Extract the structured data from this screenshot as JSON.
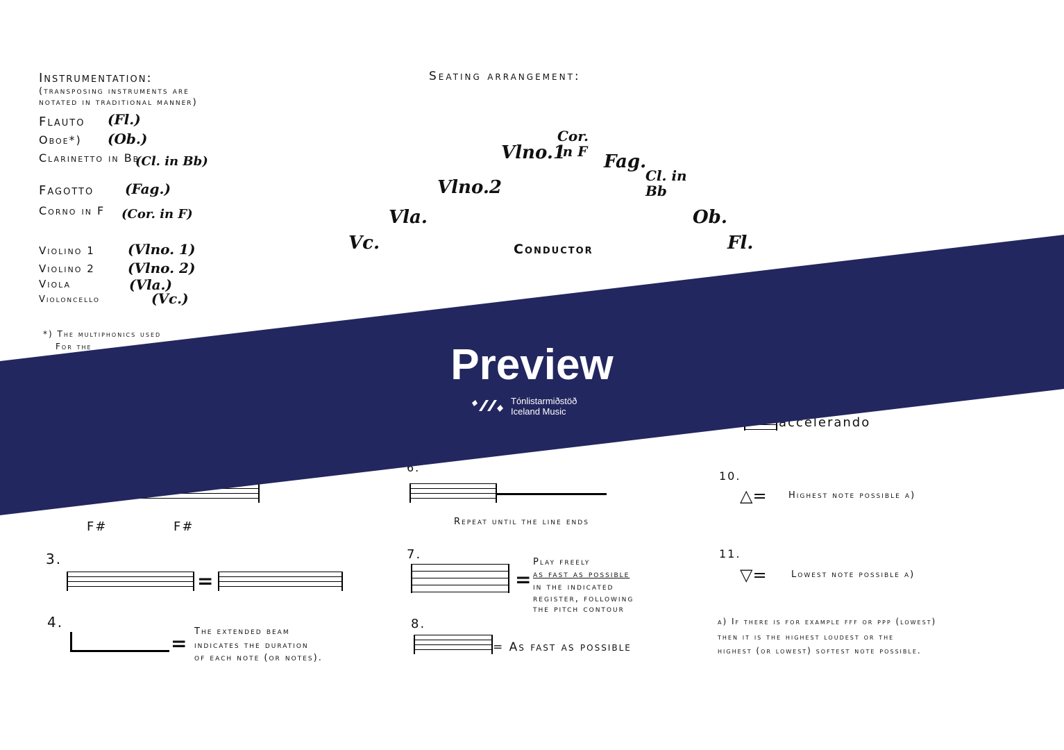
{
  "instrumentation": {
    "title": "Instrumentation:",
    "note_line1": "(transposing instruments are",
    "note_line2": "notated in traditional manner)",
    "items": [
      {
        "name": "Flauto",
        "abbr": "(Fl.)"
      },
      {
        "name": "Oboe*)",
        "abbr": "(Ob.)"
      },
      {
        "name": "Clarinetto in Bb",
        "abbr": "(Cl. in Bb)"
      },
      {
        "name": "Fagotto",
        "abbr": "(Fag.)"
      },
      {
        "name": "Corno in F",
        "abbr": "(Cor. in F)"
      },
      {
        "name": "Violino 1",
        "abbr": "(Vlno. 1)"
      },
      {
        "name": "Violino 2",
        "abbr": "(Vlno. 2)"
      },
      {
        "name": "Viola",
        "abbr": "(Vla.)"
      },
      {
        "name": "Violoncello",
        "abbr": "(Vc.)"
      }
    ],
    "footnote_line1": "*) The multiphonics used",
    "footnote_line2": "For the"
  },
  "seating": {
    "title": "Seating arrangement:",
    "positions": [
      "Vc.",
      "Vla.",
      "Vlno.2",
      "Vlno.1",
      "Cor. in F",
      "Fag.",
      "Cl. in Bb",
      "Ob.",
      "Fl."
    ],
    "conductor": "Conductor"
  },
  "legend": {
    "accelerando": "accelerando",
    "item2_notes": [
      "F#",
      "F#"
    ],
    "item3_label": "3.",
    "item4_label": "4.",
    "item4_text": [
      "The extended beam",
      "indicates the duration",
      "of each note (or notes)."
    ],
    "item6_label": "6.",
    "item6_text": "Repeat until the line ends",
    "item7_label": "7.",
    "item7_text": [
      "Play freely",
      "as fast as possible",
      "in the indicated",
      "register, following",
      "the pitch contour"
    ],
    "item8_label": "8.",
    "item8_text": "= As fast as possible",
    "item10_label": "10.",
    "item10_text": "Highest note possible a)",
    "item11_label": "11.",
    "item11_text": "Lowest note possible a)",
    "footnote": [
      "a) If there is for example fff or ppp (lowest)",
      "then it is the highest loudest or the",
      "highest (or lowest) softest note possible."
    ]
  },
  "watermark": {
    "title": "Preview",
    "brand_line1": "Tónlistarmiðstöð",
    "brand_line2": "Iceland Music",
    "color": "#23275f"
  }
}
